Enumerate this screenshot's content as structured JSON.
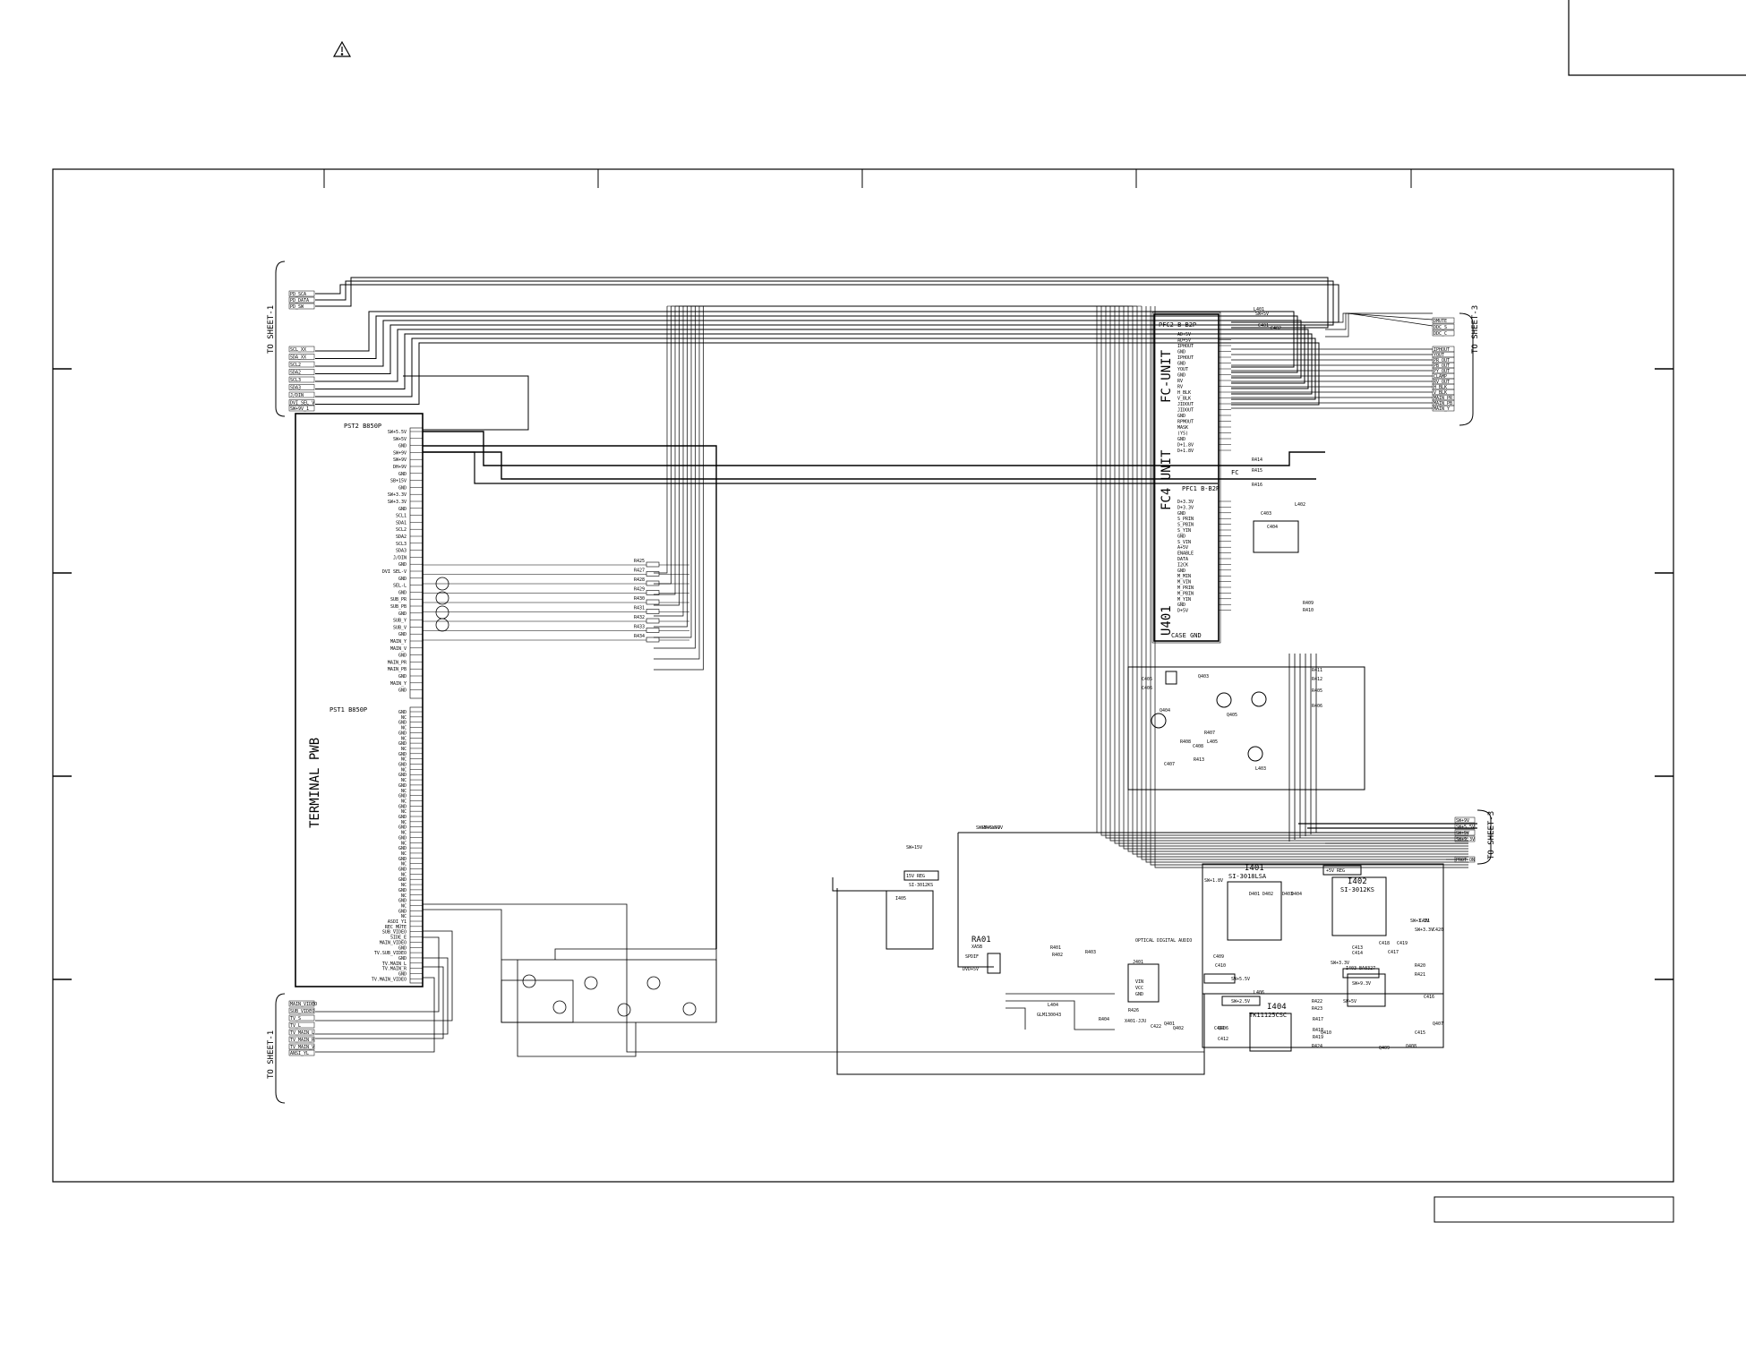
{
  "warning_symbol": "warning-triangle-icon",
  "titles": {
    "terminal_pwb": "TERMINAL PWB",
    "fc_unit": "FC-UNIT",
    "fc4_unit": "FC4 UNIT",
    "u401": "U401",
    "case_gnd": "CASE GND",
    "pfc2": "PFC2 B-B2P",
    "pfc1": "PFC1 B-B2P",
    "pst2": "PST2 B850P",
    "pst1": "PST1 B850P",
    "fc": "FC"
  },
  "off_sheet": {
    "top_left": "TO SHEET-1",
    "bottom_left": "TO SHEET-1",
    "top_right": "TO SHEET-3",
    "bottom_right": "TO SHEET-3"
  },
  "pst2_pins": [
    "SW+5.5V",
    "SW+5V",
    "GND",
    "SW+9V",
    "SW+9V",
    "DH+9V",
    "GND",
    "SB+15V",
    "GND",
    "SW+3.3V",
    "SW+3.3V",
    "GND",
    "SCL1",
    "SDA1",
    "SCL2",
    "SDA2",
    "SCL3",
    "SDA3",
    "J/DIN",
    "GND",
    "DVI SEL-V",
    "GND",
    "SEL-L",
    "GND",
    "SUB_PR",
    "SUB_PB",
    "GND",
    "SUB_Y",
    "SUB_V",
    "GND",
    "MAIN_Y",
    "MAIN_V",
    "GND",
    "MAIN_PR",
    "MAIN_PB",
    "GND",
    "MAIN_Y",
    "GND"
  ],
  "pst1_pins": [
    "GND",
    "NC",
    "GND",
    "NC",
    "GND",
    "NC",
    "GND",
    "NC",
    "GND",
    "NC",
    "GND",
    "NC",
    "GND",
    "NC",
    "GND",
    "NC",
    "GND",
    "NC",
    "GND",
    "NC",
    "GND",
    "NC",
    "GND",
    "NC",
    "GND",
    "NC",
    "GND",
    "NC",
    "GND",
    "NC",
    "GND",
    "NC",
    "GND",
    "NC",
    "GND",
    "NC",
    "GND",
    "NC",
    "GND",
    "NC",
    "ASDI_Y1",
    "REC_MUTE",
    "SUB_VIDEO",
    "SIDE_E",
    "MAIN_VIDEO",
    "GND",
    "TV.SUB_VIDEO",
    "GND",
    "TV.MAIN_L",
    "TV.MAIN_R",
    "GND",
    "TV.MAIN_VIDEO"
  ],
  "pfc2_pins": [
    "AD+5V",
    "AD+5V",
    "IPHOUT",
    "GND",
    "IPHOUT",
    "GND",
    "YOUT",
    "GND",
    "RV",
    "RV",
    "H_BLK",
    "V_BLK",
    "JIDOUT",
    "JIDOUT",
    "GND",
    "RPMOUT",
    "MASK",
    "(YS)",
    "GND",
    "D+1.8V",
    "D+1.8V"
  ],
  "pfc1_pins": [
    "D+3.3V",
    "D+3.3V",
    "GND",
    "S_PRIN",
    "S_PBIN",
    "S_YIN",
    "GND",
    "S_VIN",
    "A+5V",
    "ENABLE",
    "DATA",
    "I2CK",
    "GND",
    "M_MIN",
    "M_VIN",
    "M_PRIN",
    "M_PBIN",
    "M_YIN",
    "GND",
    "D+5V"
  ],
  "ic_labels": {
    "i401": "I401",
    "i401_part": "SI-3018LSA",
    "i402": "I402",
    "i402_part": "SI-3012KS",
    "i403": "I403 BA8327",
    "i404": "I404",
    "i404_part": "TK11125CSC",
    "i405": "I405",
    "reg15": "15V REG",
    "reg5": "+5V REG",
    "sw_plus5v_reg": "SI-3012KS",
    "ra01": "RA01",
    "xa5b": "XA5B",
    "j401": "J401",
    "optical": "OPTICAL DIGITAL AUDIO",
    "j401_pins": [
      "VIN",
      "VCC",
      "GND"
    ],
    "x401": "X401-JJU",
    "l404": "L404",
    "glm": "GLM130043",
    "spdif": "SPDIF",
    "dvd5v": "DVD+5V"
  },
  "resistor_bank": [
    "R425",
    "R427",
    "R428",
    "R429",
    "R430",
    "R431",
    "R432",
    "R433",
    "R434"
  ],
  "right_labels_top": [
    "DMUTE",
    "DDC_S",
    "DDC_C"
  ],
  "right_labels_mid": [
    "IPHOUT",
    "YOUT",
    "PR_OUT",
    "PB_OUT",
    "PY_OUT",
    "CLAMP",
    "RV_OUT",
    "H_BLK",
    "V_BLK",
    "MAIN_PR",
    "MAIN_PB",
    "MAIN_Y"
  ],
  "right_labels_bottom": [
    "SW+9V",
    "SW+5.5V",
    "SW+5V",
    "SW+9.3V"
  ],
  "right_label_single": "PROT_ON",
  "left_top_labels": [
    "PD_SCA",
    "PD_DATA",
    "PD_SW"
  ],
  "left_mid_labels": [
    "SCL_XX",
    "SDA_XX",
    "SCL2",
    "SDA2",
    "SCL3",
    "SDA3",
    "J/DIN",
    "DVI_SEL_V"
  ],
  "left_single": "SW+9V_1",
  "left_bottom_labels": [
    "MAIN_VIDEO",
    "SUB_VIDEO",
    "TV_S",
    "TV_L",
    "TV_MAIN_L",
    "TV_MAIN_R",
    "TV_MAIN_V"
  ],
  "left_bottom_single": "ANSI_YL",
  "rail_labels": [
    "SW+15V",
    "SW+5V",
    "SW+5V",
    "SW+6.5V",
    "SW+9V",
    "SW+1.8V",
    "SW+3.3V",
    "SW+2.5V",
    "SW+5.5V",
    "SW+3.3V",
    "SW+9.3V",
    "SW+3.3V",
    "SW+5V"
  ],
  "component_refs": [
    "L401",
    "C401",
    "C402",
    "R414",
    "R415",
    "R416",
    "L402",
    "C403",
    "C404",
    "R409",
    "R410",
    "R411",
    "R412",
    "R405",
    "R406",
    "C405",
    "C406",
    "Q403",
    "Q404",
    "Q405",
    "L403",
    "R407",
    "R408",
    "R413",
    "C407",
    "C408",
    "L405",
    "D401",
    "D402",
    "D403",
    "D404",
    "R401",
    "R402",
    "R403",
    "R404",
    "R417",
    "R418",
    "R419",
    "R420",
    "R421",
    "R422",
    "R423",
    "R424",
    "C409",
    "C410",
    "C411",
    "C412",
    "C413",
    "C414",
    "C415",
    "C416",
    "C417",
    "C418",
    "C419",
    "C420",
    "C421",
    "Q401",
    "Q402",
    "Q406",
    "Q407",
    "Q408",
    "Q409",
    "Q410",
    "L406",
    "R426",
    "C422"
  ]
}
